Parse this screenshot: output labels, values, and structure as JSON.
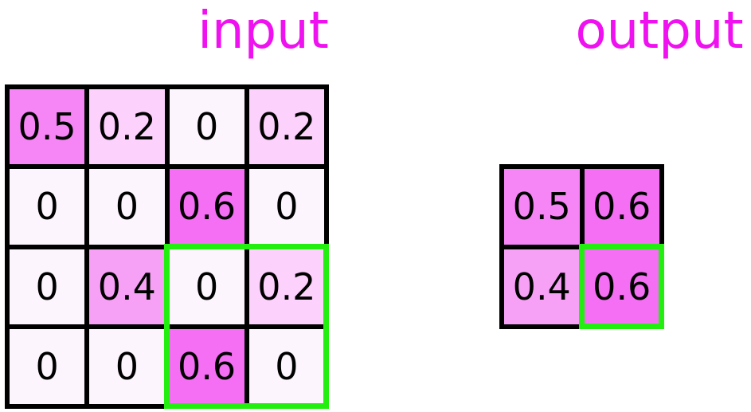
{
  "labels": {
    "input": "input",
    "output": "output"
  },
  "colors": {
    "title": "#f011f0",
    "highlight": "#22ee0f",
    "scale": {
      "0": "#fdf5fd",
      "0.2": "#fcd1fc",
      "0.4": "#f7a1f6",
      "0.5": "#f686f5",
      "0.6": "#f56ff4"
    }
  },
  "input": {
    "rows": [
      [
        "0.5",
        "0.2",
        "0",
        "0.2"
      ],
      [
        "0",
        "0",
        "0.6",
        "0"
      ],
      [
        "0",
        "0.4",
        "0",
        "0.2"
      ],
      [
        "0",
        "0",
        "0.6",
        "0"
      ]
    ]
  },
  "output": {
    "rows": [
      [
        "0.5",
        "0.6"
      ],
      [
        "0.4",
        "0.6"
      ]
    ]
  }
}
